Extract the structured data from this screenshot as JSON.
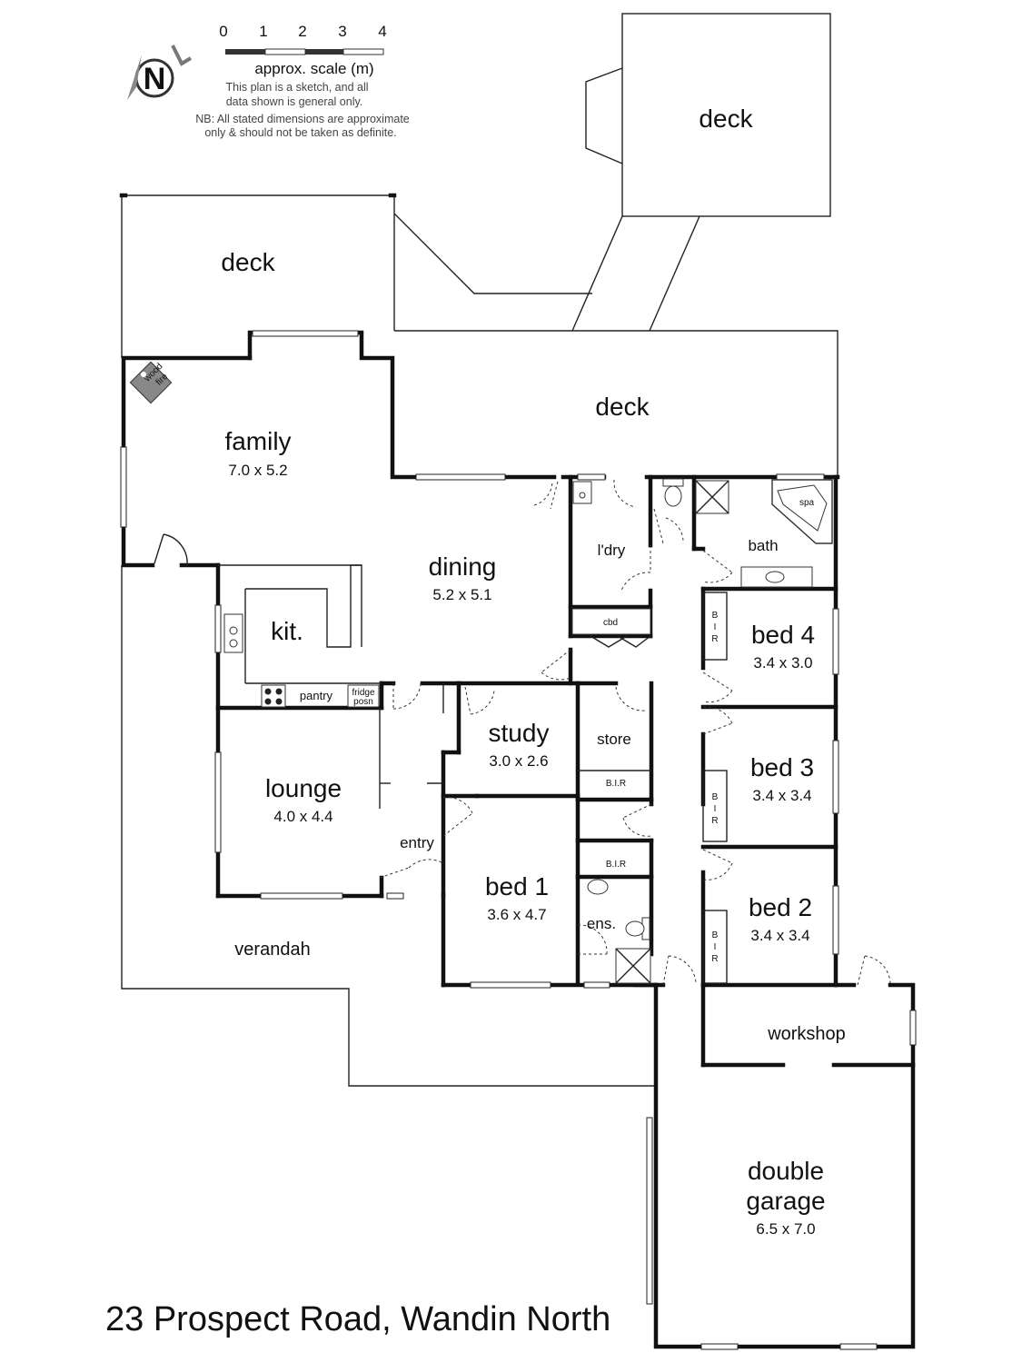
{
  "address": "23 Prospect Road, Wandin North",
  "north_label": "N",
  "scale": {
    "ticks": [
      "0",
      "1",
      "2",
      "3",
      "4"
    ],
    "label": "approx. scale (m)"
  },
  "disclaimer": {
    "line1": "This plan is a sketch, and all",
    "line2": "data shown is general only.",
    "line3": "NB: All stated dimensions are approximate",
    "line4": "only & should not be taken as definite."
  },
  "rooms": {
    "deck_top": {
      "name": "deck"
    },
    "deck_left": {
      "name": "deck"
    },
    "deck_mid": {
      "name": "deck"
    },
    "family": {
      "name": "family",
      "dims": "7.0 x 5.2"
    },
    "dining": {
      "name": "dining",
      "dims": "5.2 x 5.1"
    },
    "kitchen": {
      "name": "kit."
    },
    "pantry": {
      "name": "pantry"
    },
    "fridge_line1": "fridge",
    "fridge_line2": "posn",
    "laundry": {
      "name": "l'dry"
    },
    "cbd": {
      "name": "cbd"
    },
    "bath": {
      "name": "bath"
    },
    "spa": {
      "name": "spa"
    },
    "bed4": {
      "name": "bed 4",
      "dims": "3.4 x 3.0"
    },
    "bed3": {
      "name": "bed 3",
      "dims": "3.4 x 3.4"
    },
    "bed2": {
      "name": "bed 2",
      "dims": "3.4 x 3.4"
    },
    "bed1": {
      "name": "bed 1",
      "dims": "3.6 x 4.7"
    },
    "study": {
      "name": "study",
      "dims": "3.0 x 2.6"
    },
    "store": {
      "name": "store"
    },
    "bir_store": {
      "name": "B.I.R"
    },
    "bir_bed1": {
      "name": "B.I.R"
    },
    "ens": {
      "name": "ens."
    },
    "lounge": {
      "name": "lounge",
      "dims": "4.0 x 4.4"
    },
    "entry": {
      "name": "entry"
    },
    "verandah": {
      "name": "verandah"
    },
    "workshop": {
      "name": "workshop"
    },
    "garage": {
      "name_line1": "double",
      "name_line2": "garage",
      "dims": "6.5 x 7.0"
    },
    "bir_vertical": [
      "B",
      "I",
      "R"
    ]
  },
  "wood_fire": {
    "line1": "wood",
    "line2": "fire"
  }
}
